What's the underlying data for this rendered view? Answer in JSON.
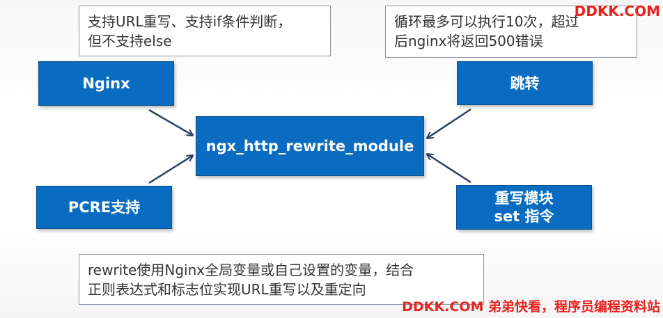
{
  "notes": {
    "top_left": {
      "line1": "支持URL重写、支持if条件判断，",
      "line2": "但不支持else"
    },
    "top_right": {
      "line1": "循环最多可以执行10次，超过",
      "line2": "后nginx将返回500错误"
    },
    "bottom": {
      "line1": "rewrite使用Nginx全局变量或自己设置的变量，结合",
      "line2": "正则表达式和标志位实现URL重写以及重定向"
    }
  },
  "boxes": {
    "nginx": "Nginx",
    "pcre": "PCRE支持",
    "center": "ngx_http_rewrite_module",
    "jump": "跳转",
    "rewrite_module": {
      "line1": "重写模块",
      "line2": "set 指令"
    }
  },
  "watermarks": {
    "top": "DDKK.COM",
    "bottom": "DDKK.COM 弟弟快看，程序员编程资料站"
  },
  "colors": {
    "box_fill": "#0a6cc1",
    "box_text": "#ffffff",
    "arrow": "#2a3f5f",
    "watermark": "#e8221f"
  }
}
